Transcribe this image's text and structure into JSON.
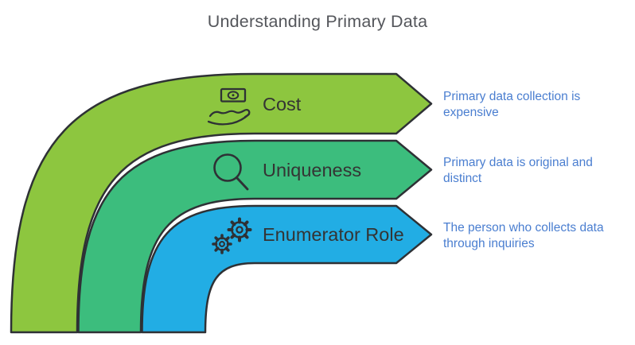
{
  "title": "Understanding Primary Data",
  "bands": [
    {
      "label": "Cost",
      "icon": "money-in-hand-icon",
      "color": "#8dc63f",
      "annotation": "Primary data collection is expensive"
    },
    {
      "label": "Uniqueness",
      "icon": "magnifying-glass-icon",
      "color": "#3cbd7d",
      "annotation": "Primary data is original and distinct"
    },
    {
      "label": "Enumerator Role",
      "icon": "gears-icon",
      "color": "#22ade4",
      "annotation": "The person who collects data through inquiries"
    }
  ],
  "colors": {
    "band_outline": "#2e3135",
    "annotation_text": "#4a7ed0",
    "title_text": "#54565b",
    "label_text": "#343434"
  }
}
